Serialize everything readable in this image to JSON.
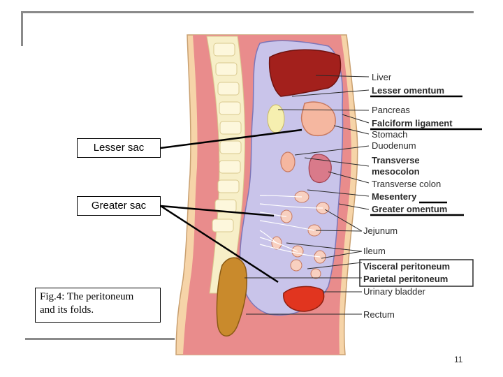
{
  "labels": {
    "liver": "Liver",
    "lesser_omentum": "Lesser omentum",
    "pancreas": "Pancreas",
    "falciform_ligament": "Falciform ligament",
    "stomach": "Stomach",
    "duodenum": "Duodenum",
    "transverse_mesocolon_1": "Transverse",
    "transverse_mesocolon_2": "mesocolon",
    "transverse_colon": "Transverse colon",
    "mesentery": "Mesentery",
    "greater_omentum": "Greater omentum",
    "jejunum": "Jejunum",
    "ileum": "Ileum",
    "visceral_peritoneum": "Visceral peritoneum",
    "parietal_peritoneum": "Parietal peritoneum",
    "urinary_bladder": "Urinary bladder",
    "rectum": "Rectum"
  },
  "boxes": {
    "lesser_sac": "Lesser sac",
    "greater_sac": "Greater sac"
  },
  "caption": {
    "line1": "Fig.4: The peritoneum",
    "line2": "and its folds."
  },
  "page_number": "11",
  "colors": {
    "body_wall": "#e98c8c",
    "peritoneal_space": "#c9c4ea",
    "liver": "#a3201c",
    "spine": "#f7efc8",
    "rectum": "#c98a2c",
    "bladder": "#e1351f",
    "skin": "#f6d4a8"
  }
}
